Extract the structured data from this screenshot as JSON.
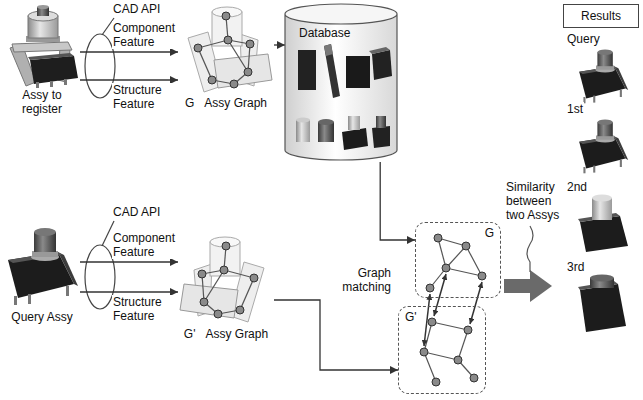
{
  "diagram": {
    "nodes": [
      {
        "text": [
          "Assy to register"
        ]
      },
      {
        "text": [
          "G",
          "Assy Graph"
        ]
      },
      {
        "text": [
          "Database"
        ]
      },
      {
        "text": [
          "Query Assy"
        ]
      },
      {
        "text": [
          "G'",
          "Assy Graph"
        ]
      },
      {
        "text": [
          "G"
        ]
      },
      {
        "text": [
          "G'"
        ]
      },
      {
        "text": [
          "Results"
        ]
      }
    ],
    "edges": [
      {
        "from": 0,
        "to": 1,
        "label": "Component Feature",
        "arrow": "to"
      },
      {
        "from": 0,
        "to": 1,
        "label": "Structure Feature",
        "arrow": "to"
      },
      {
        "from": 1,
        "to": 2,
        "arrow": "to"
      },
      {
        "from": 3,
        "to": 4,
        "label": "Component Feature",
        "arrow": "to"
      },
      {
        "from": 3,
        "to": 4,
        "label": "Structure Feature",
        "arrow": "to"
      },
      {
        "from": 2,
        "to": 5,
        "arrow": "to"
      },
      {
        "from": 4,
        "to": 6,
        "arrow": "to"
      }
    ],
    "labels": [
      "CAD API",
      "CAD API",
      "Graph matching",
      "Similarity between two Assys",
      "Query",
      "1st",
      "2nd",
      "3rd"
    ]
  }
}
